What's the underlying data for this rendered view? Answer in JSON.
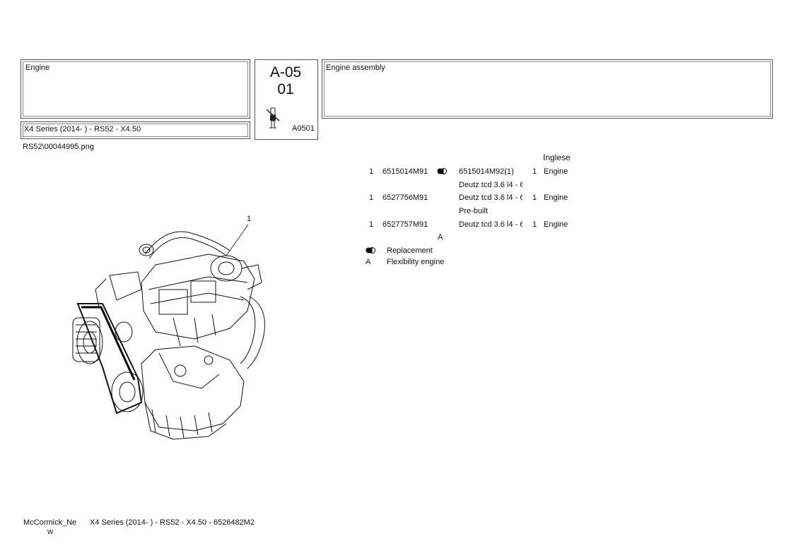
{
  "header": {
    "group_title": "Engine",
    "model_line": "X4 Series (2014-    ) - RS52 - X4.50",
    "section_code_line1": "A-05",
    "section_code_line2": "01",
    "section_ref": "A0501",
    "section_title": "Engine assembly"
  },
  "image_file": "RS52\\00044995.png",
  "callout_label": "1",
  "language_header": "Inglese",
  "parts": [
    {
      "ref": "1",
      "part_no": "6515014M91",
      "replacement": true,
      "alt_part": "6515014M92(1)",
      "qty": "1",
      "desc": "Engine"
    },
    {
      "note": "Deutz tcd 3.6 l4 - 6"
    },
    {
      "ref": "1",
      "part_no": "6527756M91",
      "replacement": false,
      "alt_part": "Deutz tcd 3.6 l4 - 6",
      "qty": "1",
      "desc": "Engine"
    },
    {
      "note": "Pre-built"
    },
    {
      "ref": "1",
      "part_no": "6527757M91",
      "replacement": false,
      "alt_part": "Deutz tcd 3.6 l4 - 6",
      "qty": "1",
      "desc": "Engine"
    },
    {
      "flag": "A"
    }
  ],
  "legend": [
    {
      "symbol": "replacement-icon",
      "label": "Replacement"
    },
    {
      "symbol": "A",
      "label": "Flexibility engine"
    }
  ],
  "footer": {
    "brand_line1": "McCormick_Ne",
    "brand_line2": "w",
    "model_code": "X4 Series (2014-    ) - RS52 - X4.50 - 6526482M2"
  }
}
